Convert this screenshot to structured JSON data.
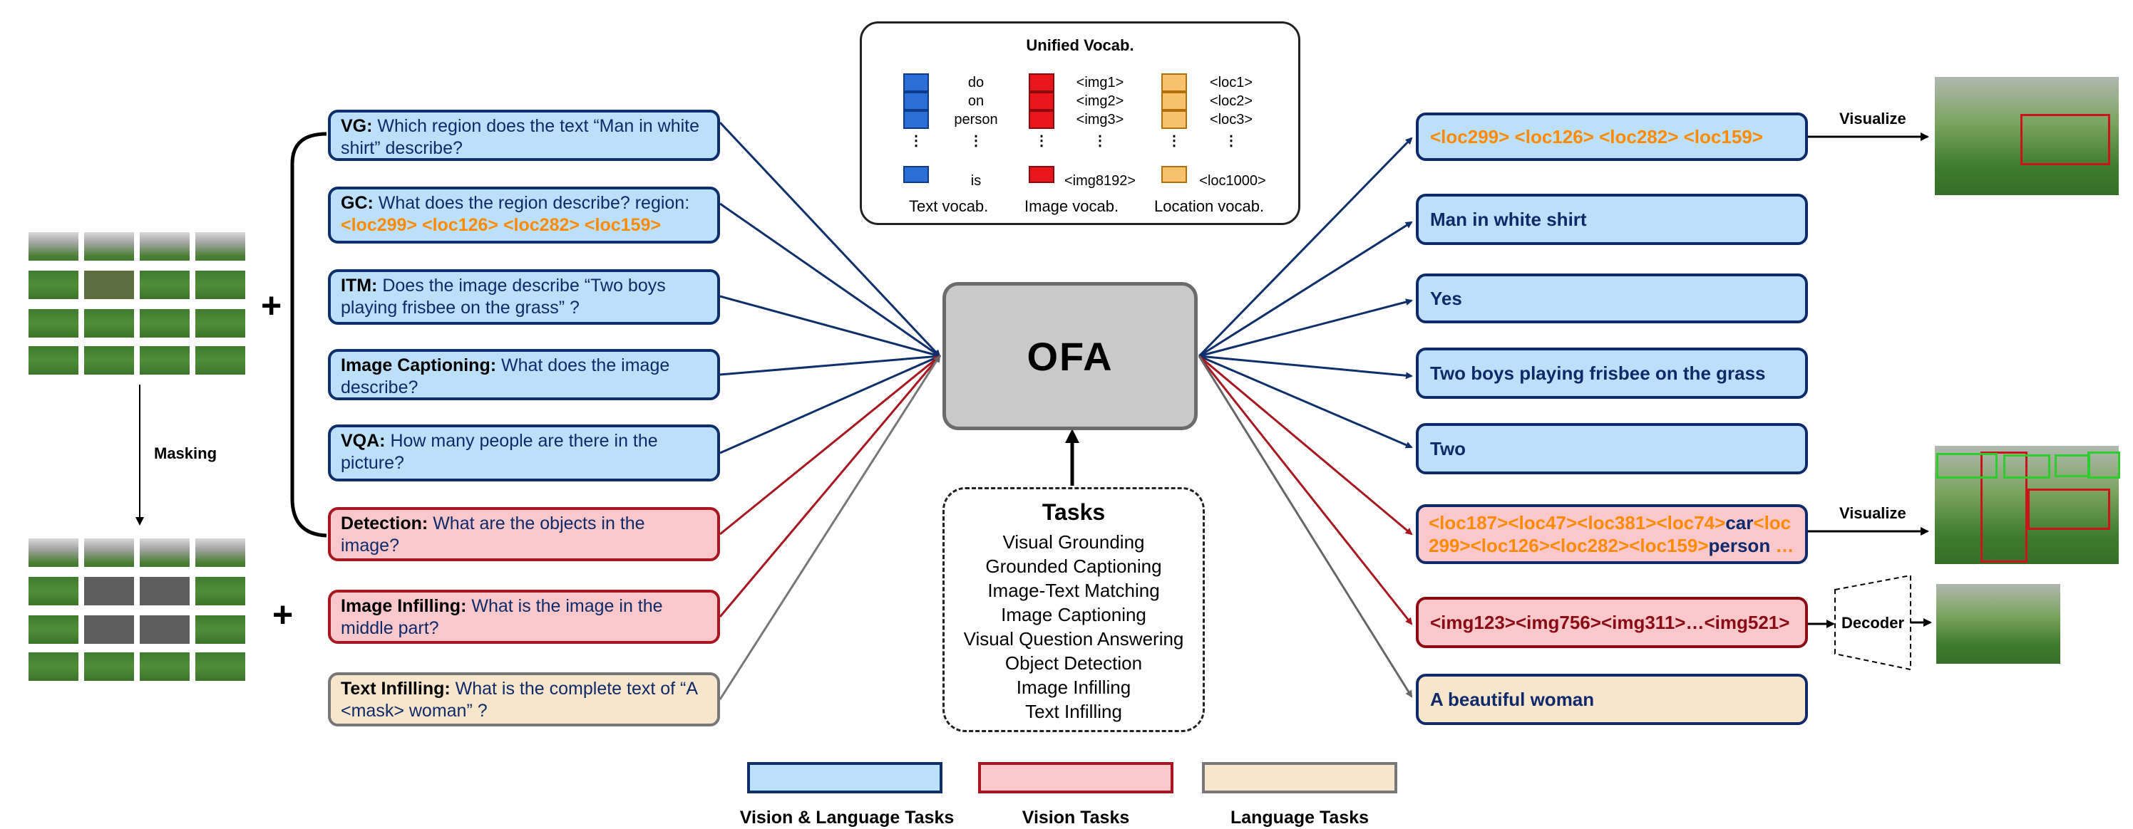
{
  "vocab": {
    "title": "Unified Vocab.",
    "text_tokens": [
      "do",
      "on",
      "person",
      "is"
    ],
    "image_tokens": [
      "<img1>",
      "<img2>",
      "<img3>",
      "<img8192>"
    ],
    "location_tokens": [
      "<loc1>",
      "<loc2>",
      "<loc3>",
      "<loc1000>"
    ],
    "text_label": "Text vocab.",
    "image_label": "Image vocab.",
    "location_label": "Location vocab.",
    "text_color": "#2b6fd6",
    "image_color": "#e8151b",
    "location_color": "#f7c26b"
  },
  "left": {
    "masking_label": "Masking",
    "plus": "+"
  },
  "inputs": [
    {
      "tag": "VG:",
      "q": "Which region does the text “Man in white shirt” describe?"
    },
    {
      "tag": "GC:",
      "q": "What does the region describe? region:",
      "loc": "<loc299> <loc126> <loc282> <loc159>"
    },
    {
      "tag": "ITM:",
      "q": "Does the image describe “Two boys playing frisbee on the grass” ?"
    },
    {
      "tag": "Image Captioning:",
      "q": "What does the image describe?"
    },
    {
      "tag": "VQA:",
      "q": "How many people are there in the picture?"
    },
    {
      "tag": "Detection:",
      "q": "What are the objects in the image?"
    },
    {
      "tag": "Image Infilling:",
      "q": "What is the image in the middle part?"
    },
    {
      "tag": "Text Infilling:",
      "q": "What is the complete text of “A <mask> woman” ?"
    }
  ],
  "model": "OFA",
  "tasks": {
    "title": "Tasks",
    "items": [
      "Visual Grounding",
      "Grounded Captioning",
      "Image-Text Matching",
      "Image Captioning",
      "Visual Question Answering",
      "Object Detection",
      "Image Infilling",
      "Text Infilling"
    ]
  },
  "outputs": {
    "o1": "<loc299> <loc126> <loc282> <loc159>",
    "o2": "Man in white shirt",
    "o3": "Yes",
    "o4": "Two boys playing frisbee on the grass",
    "o5": "Two",
    "o6_l1_loc": "<loc187><loc47><loc381><loc74>",
    "o6_l1_word": "car",
    "o6_l1_loc2": "<loc",
    "o6_l2_loc": "299><loc126><loc282><loc159>",
    "o6_l2_word": "person",
    "o6_l2_tail": " …",
    "o7": "<img123><img756><img311>…<img521>",
    "o8": "A beautiful woman"
  },
  "right": {
    "visualize": "Visualize",
    "decoder": "Decoder"
  },
  "legend": [
    {
      "label": "Vision & Language Tasks",
      "color": "#bde0fa"
    },
    {
      "label": "Vision Tasks",
      "color": "#fac8ca"
    },
    {
      "label": "Language Tasks",
      "color": "#f8e6cc"
    }
  ]
}
